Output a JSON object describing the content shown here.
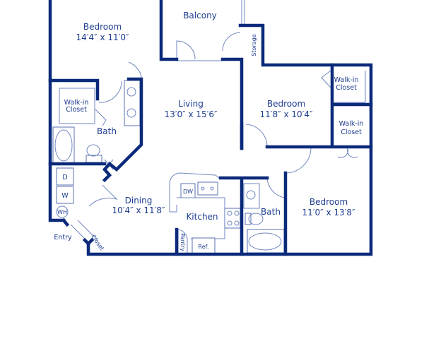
{
  "floorplan": {
    "wall_color": "#0b2a7a",
    "text_color": "#1d3c8f",
    "rooms": {
      "bedroom1": {
        "name": "Bedroom",
        "size": "14′4″ x 11′0″"
      },
      "balcony": {
        "name": "Balcony"
      },
      "storage": {
        "name": "Storage"
      },
      "living": {
        "name": "Living",
        "size": "13′0″ x 15′6″"
      },
      "bedroom2": {
        "name": "Bedroom",
        "size": "11′8″ x 10′4″"
      },
      "walkin1": {
        "line1": "Walk-in",
        "line2": "Closet"
      },
      "walkin2": {
        "line1": "Walk-in",
        "line2": "Closet"
      },
      "walkin3": {
        "line1": "Walk-in",
        "line2": "Closet"
      },
      "bath1": {
        "name": "Bath"
      },
      "bath2": {
        "name": "Bath"
      },
      "dining": {
        "name": "Dining",
        "size": "10′4″ x 11′8″"
      },
      "kitchen": {
        "name": "Kitchen"
      },
      "bedroom3": {
        "name": "Bedroom",
        "size": "11′0″ x 13′8″"
      },
      "entry": {
        "name": "Entry"
      },
      "closet": {
        "name": "Closet"
      }
    },
    "fixtures": {
      "dryer": "D",
      "washer": "W",
      "water_heater": "WH",
      "dishwasher": "DW",
      "pantry": "Pantry",
      "fridge": "Ref."
    }
  }
}
